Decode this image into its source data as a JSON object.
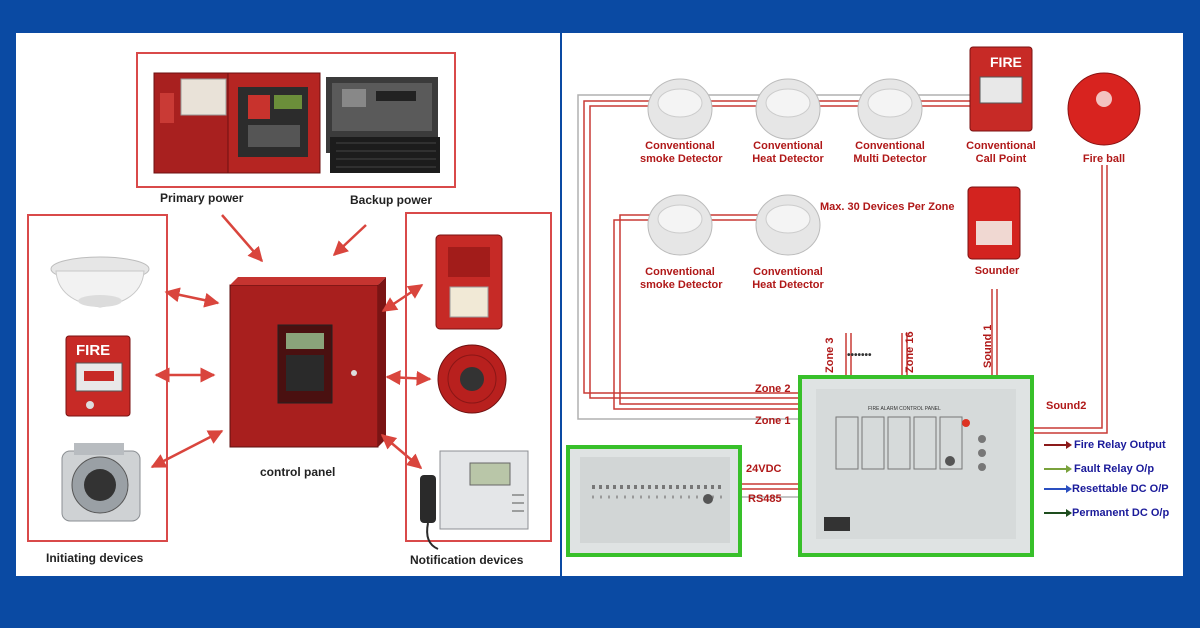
{
  "left": {
    "primary_power": "Primary power",
    "backup_power": "Backup power",
    "control_panel": "control panel",
    "initiating_devices": "Initiating devices",
    "notification_devices": "Notification devices",
    "fire_label": "FIRE"
  },
  "right": {
    "devices_row1": [
      {
        "line1": "Conventional",
        "line2": "smoke Detector"
      },
      {
        "line1": "Conventional",
        "line2": "Heat Detector"
      },
      {
        "line1": "Conventional",
        "line2": "Multi Detector"
      },
      {
        "line1": "Conventional",
        "line2": "Call Point"
      }
    ],
    "fire_ball": "Fire ball",
    "devices_row2": [
      {
        "line1": "Conventional",
        "line2": "smoke Detector"
      },
      {
        "line1": "Conventional",
        "line2": "Heat Detector"
      }
    ],
    "max_devices": "Max. 30 Devices Per Zone",
    "sounder": "Sounder",
    "zone3": "Zone 3",
    "zone16": "Zone 16",
    "sound1": "Sound 1",
    "dots": "•••••••",
    "zone2": "Zone 2",
    "zone1": "Zone 1",
    "sound2": "Sound2",
    "v24": "24VDC",
    "rs485": "RS485",
    "fire_label": "FIRE",
    "panel_title": "FIRE ALARM CONTROL PANEL",
    "legend": [
      {
        "label": "Fire Relay Output",
        "color": "#8b1a1a"
      },
      {
        "label": "Fault Relay O/p",
        "color": "#7aa23c"
      },
      {
        "label": "Resettable DC O/P",
        "color": "#2a4fc0"
      },
      {
        "label": "Permanent DC O/p",
        "color": "#1e4d1e"
      }
    ]
  }
}
